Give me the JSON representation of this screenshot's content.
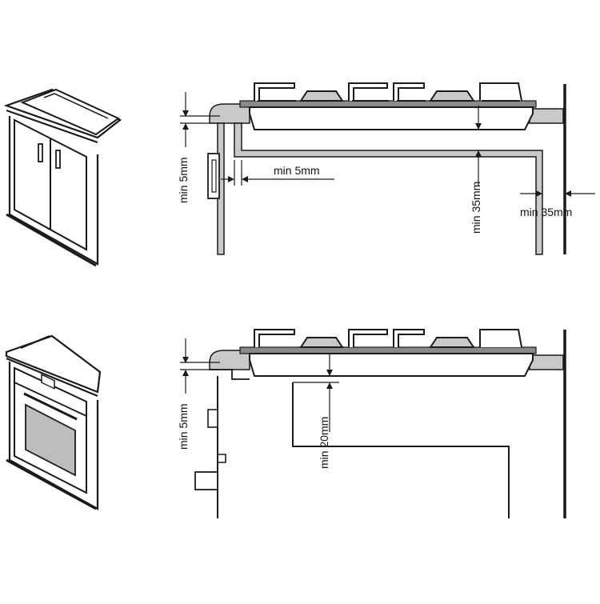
{
  "colors": {
    "line": "#1a1a1a",
    "worktop": "#c9c9c9",
    "worktop_dark": "#8a8a8a",
    "oven_window": "#bdbdbd",
    "background": "#ffffff"
  },
  "top_section": {
    "labels": {
      "left_gap": "min 5mm",
      "side_gap": "min 5mm",
      "depth_gap": "min 35mm",
      "wall_gap": "min 35mm"
    }
  },
  "bottom_section": {
    "labels": {
      "left_gap": "min 5mm",
      "depth_gap": "min 20mm"
    }
  }
}
